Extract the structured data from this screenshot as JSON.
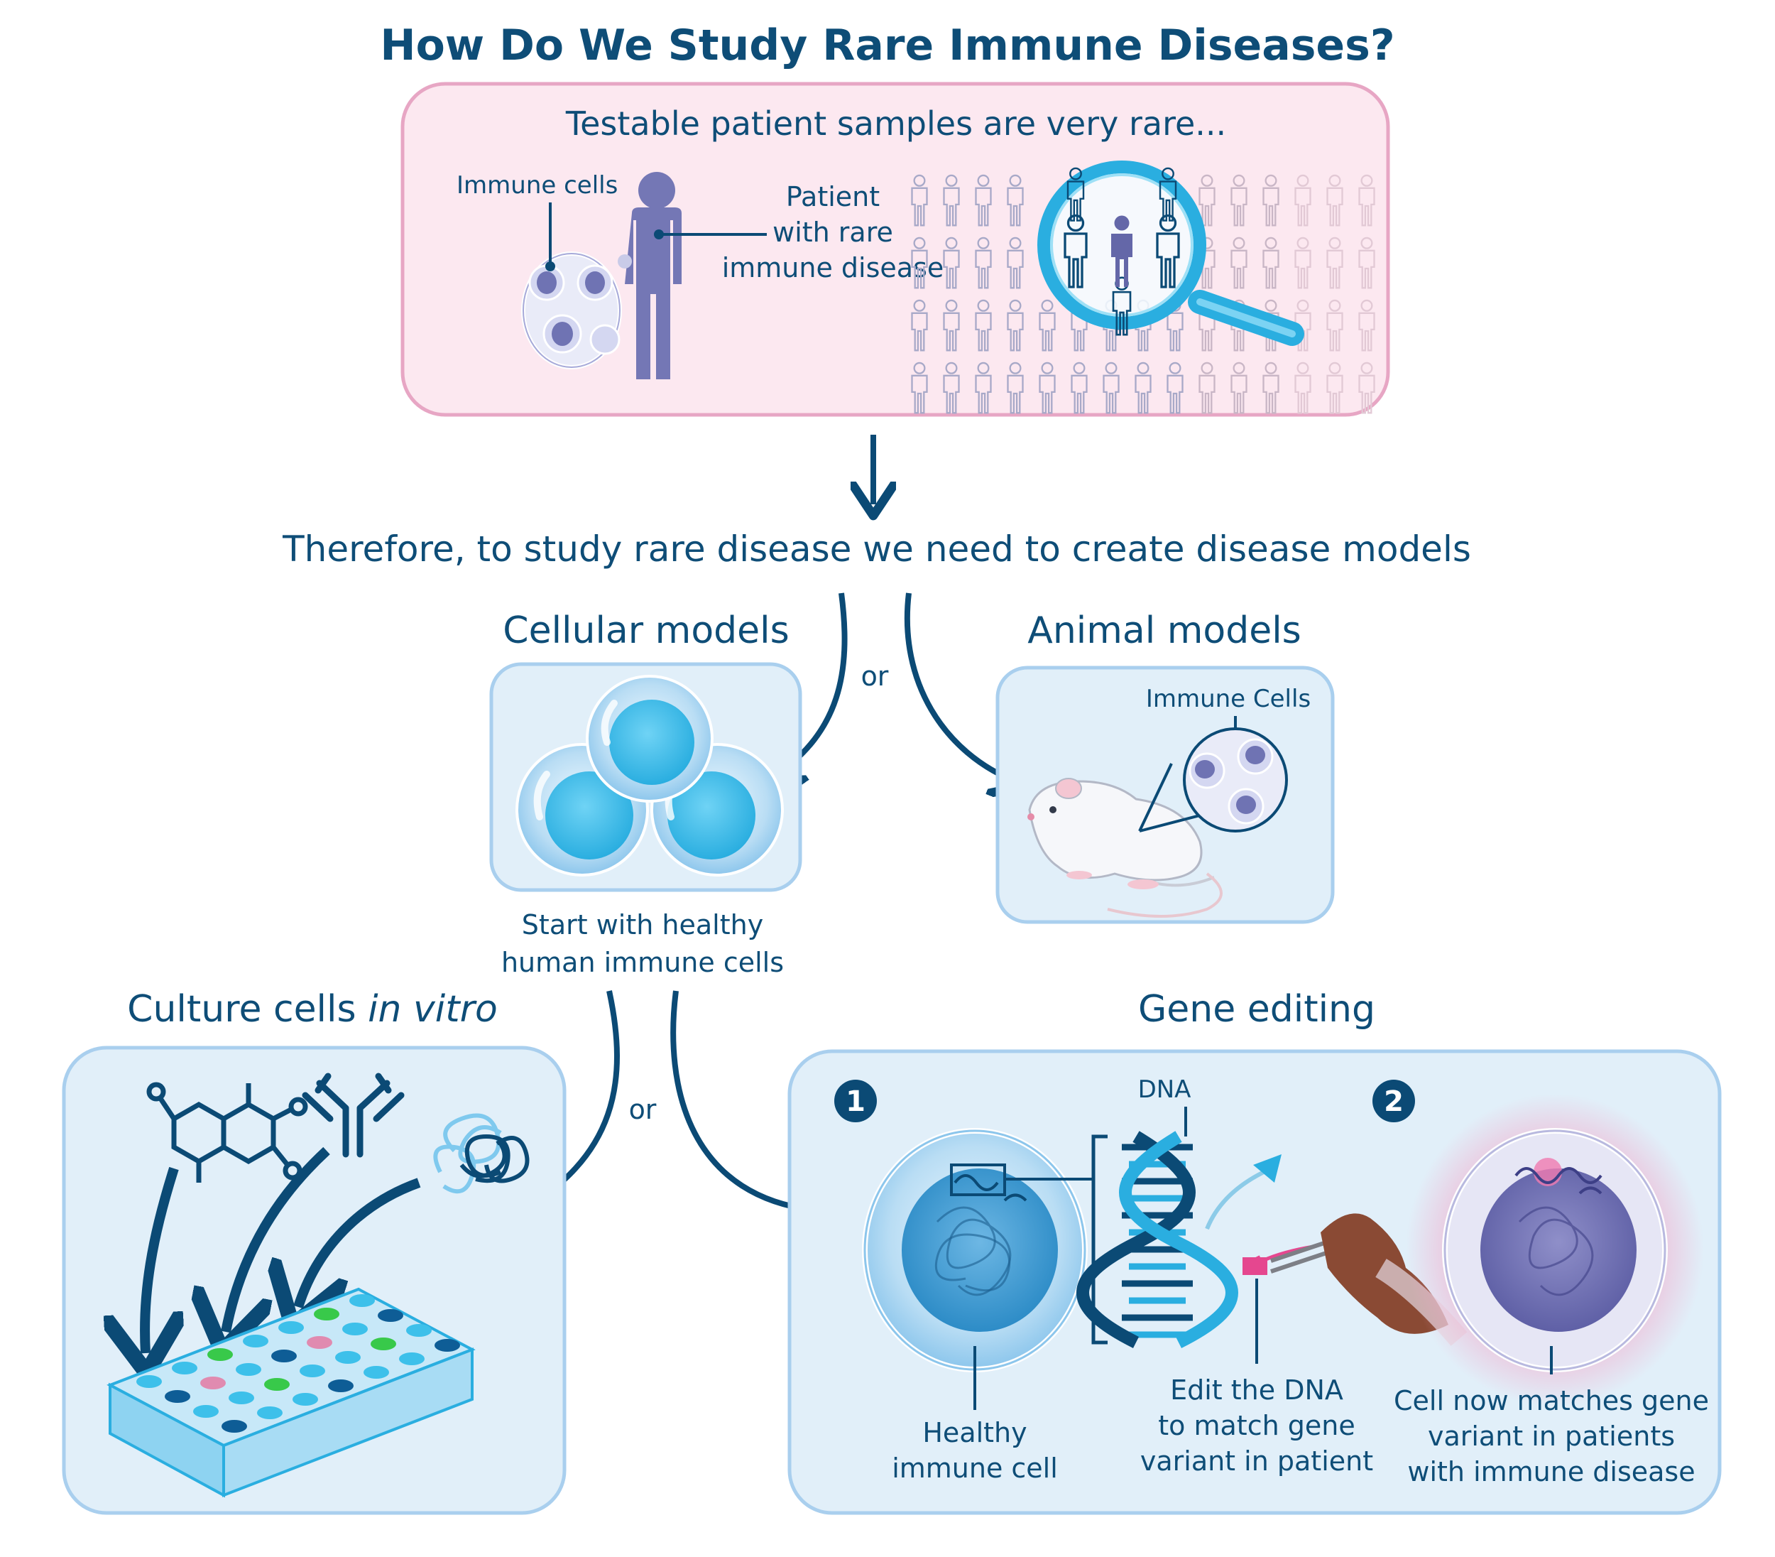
{
  "title": "How Do We Study Rare Immune Diseases?",
  "top_panel": {
    "heading": "Testable patient samples are very rare...",
    "immune_cells_label": "Immune cells",
    "patient_label": [
      "Patient",
      "with rare",
      "immune disease"
    ]
  },
  "therefore_text": "Therefore, to study rare disease we need to create disease models",
  "or_label": "or",
  "cellular_models": {
    "heading": "Cellular models",
    "caption": [
      "Start with healthy",
      "human immune cells"
    ]
  },
  "animal_models": {
    "heading": "Animal models",
    "immune_cells_label": "Immune Cells"
  },
  "culture": {
    "heading_prefix": "Culture cells ",
    "heading_italic": "in vitro"
  },
  "gene_editing": {
    "heading": "Gene editing",
    "step1": "1",
    "step2": "2",
    "dna_label": "DNA",
    "healthy_label": [
      "Healthy",
      "immune cell"
    ],
    "edit_label": [
      "Edit the DNA",
      "to match gene",
      "variant in patient"
    ],
    "result_label": [
      "Cell now matches gene",
      "variant in patients",
      "with immune disease"
    ]
  },
  "colors": {
    "dark_blue": "#0b4a75",
    "pink_panel": "#fce8f0",
    "blue_panel": "#e1eff9",
    "cyan": "#3dc0ea",
    "patient_purple": "#7477b5",
    "magenta": "#e5478f",
    "green_well": "#38c94a",
    "pink_well": "#e08bb0"
  }
}
